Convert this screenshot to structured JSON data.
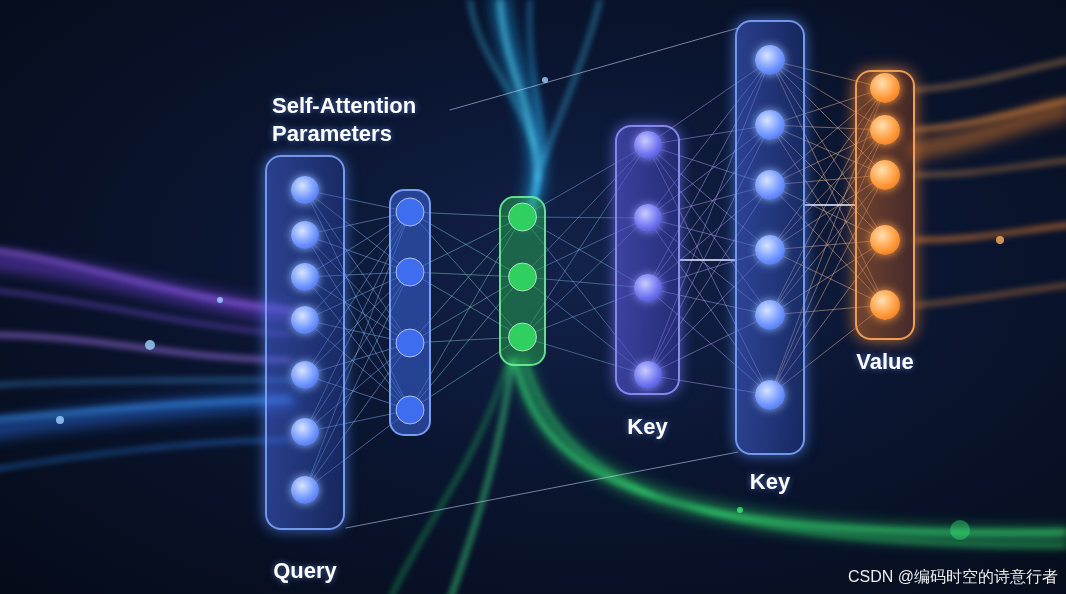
{
  "diagram": {
    "nodes": [
      {
        "text": [
          "Query"
        ]
      },
      {
        "text": [
          "Key"
        ]
      },
      {
        "text": [
          "Key"
        ]
      },
      {
        "text": [
          "Value"
        ]
      }
    ],
    "edges": [
      {
        "from": 1,
        "to": 2,
        "arrow": "none"
      },
      {
        "from": 2,
        "to": 3,
        "arrow": "none"
      }
    ],
    "labels": [
      "Self-Attention Parameters",
      "CSDN @编码时空的诗意行者"
    ]
  }
}
